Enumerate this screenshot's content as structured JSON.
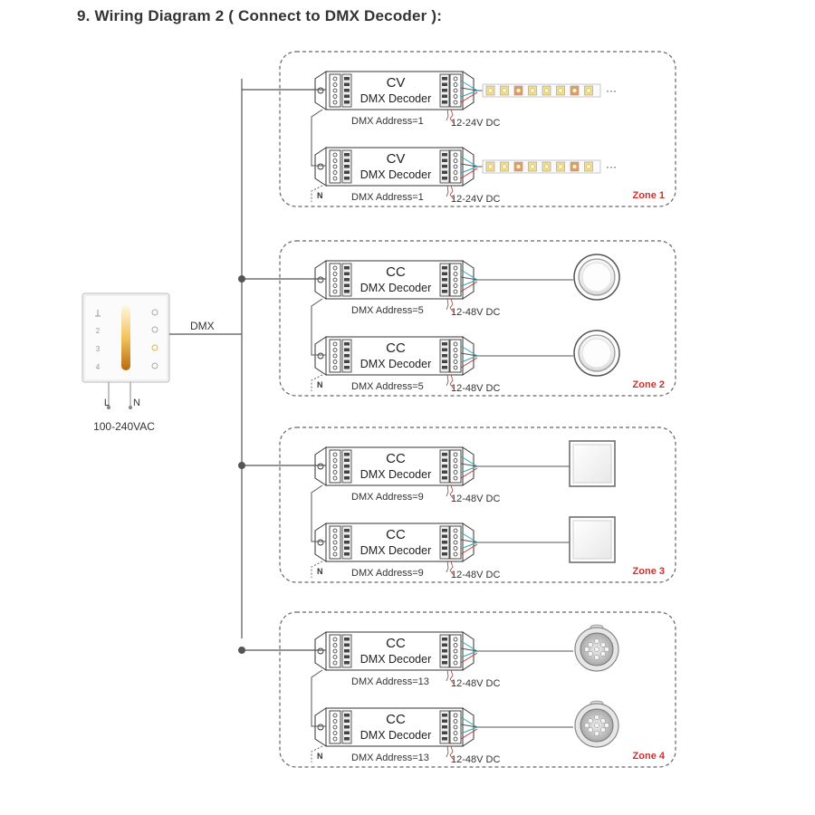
{
  "title": "9. Wiring Diagram 2 ( Connect to DMX Decoder ):",
  "panel": {
    "dmx_label": "DMX",
    "l_label": "L",
    "n_label": "N",
    "voltage_label": "100-240VAC"
  },
  "decoder_name": "DMX Decoder",
  "neutral_label": "N",
  "ellipsis": "···",
  "zones": [
    {
      "label": "Zone 1",
      "load": "strip",
      "decoders": [
        {
          "type": "CV",
          "address": "DMX Address=1",
          "voltage": "12-24V DC"
        },
        {
          "type": "CV",
          "address": "DMX Address=1",
          "voltage": "12-24V DC"
        }
      ]
    },
    {
      "label": "Zone 2",
      "load": "round-light",
      "decoders": [
        {
          "type": "CC",
          "address": "DMX Address=5",
          "voltage": "12-48V DC"
        },
        {
          "type": "CC",
          "address": "DMX Address=5",
          "voltage": "12-48V DC"
        }
      ]
    },
    {
      "label": "Zone 3",
      "load": "square-panel",
      "decoders": [
        {
          "type": "CC",
          "address": "DMX Address=9",
          "voltage": "12-48V DC"
        },
        {
          "type": "CC",
          "address": "DMX Address=9",
          "voltage": "12-48V DC"
        }
      ]
    },
    {
      "label": "Zone 4",
      "load": "led-downlight",
      "decoders": [
        {
          "type": "CC",
          "address": "DMX Address=13",
          "voltage": "12-48V DC"
        },
        {
          "type": "CC",
          "address": "DMX Address=13",
          "voltage": "12-48V DC"
        }
      ]
    }
  ],
  "colors": {
    "line": "#555555",
    "zone_border": "#666666",
    "zone_label": "#d0302b",
    "wire_teal": "#2aa9b8",
    "wire_red": "#c8322c"
  }
}
